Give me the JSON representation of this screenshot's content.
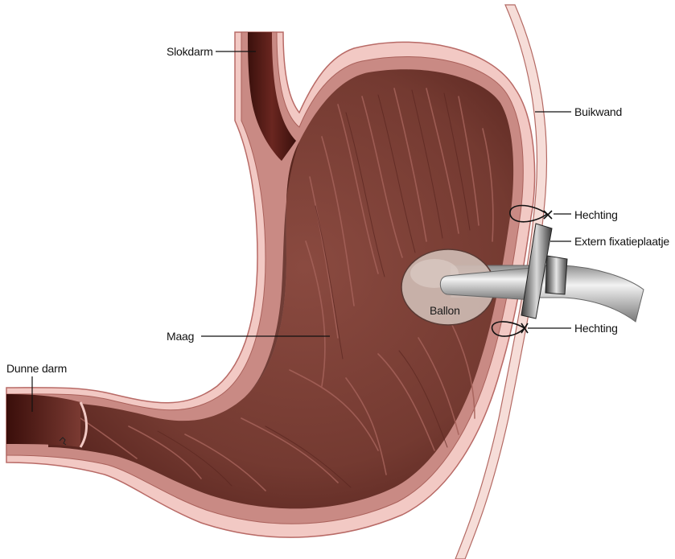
{
  "labels": {
    "esophagus": "Slokdarm",
    "abdominal_wall": "Buikwand",
    "suture_top": "Hechting",
    "external_plate": "Extern fixatieplaatje",
    "balloon": "Ballon",
    "stomach": "Maag",
    "suture_bottom": "Hechting",
    "small_intestine": "Dunne darm"
  },
  "colors": {
    "wall_pink": "#f2c9c4",
    "wall_outline": "#b86a66",
    "wall_inner": "#c98a84",
    "interior": "#7a3e35",
    "interior_dark": "#4a1c16",
    "fold_highlight": "#a5625a",
    "tube_grey": "#bdbdbd",
    "balloon_fill": "#cdbab2"
  }
}
